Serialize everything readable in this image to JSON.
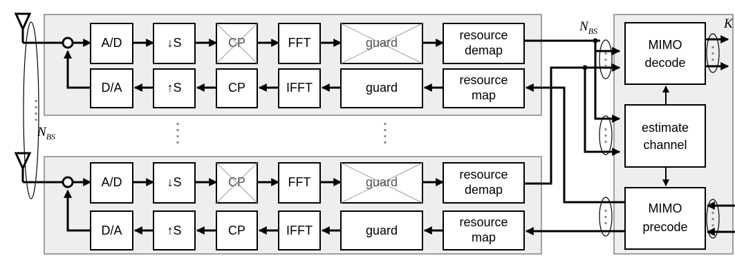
{
  "front_end": {
    "rx": {
      "converter": "A/D",
      "downsample": "↓S",
      "cp": "CP",
      "transform": "FFT",
      "guard": "guard",
      "resource_line1": "resource",
      "resource_line2": "demap"
    },
    "tx": {
      "converter": "D/A",
      "upsample": "↑S",
      "cp": "CP",
      "transform": "IFFT",
      "guard": "guard",
      "resource_line1": "resource",
      "resource_line2": "map"
    }
  },
  "baseband": {
    "mimo_decode_line1": "MIMO",
    "mimo_decode_line2": "decode",
    "estimate_line1": "estimate",
    "estimate_line2": "channel",
    "mimo_precode_line1": "MIMO",
    "mimo_precode_line2": "precode"
  },
  "labels": {
    "n_main": "N",
    "n_sub": "BS",
    "k_label": "K"
  },
  "colors": {
    "panel_fill": "#eeeeee",
    "panel_stroke": "#707070",
    "crossed_block_stroke": "#9a9a9a",
    "ellipsis_dots": "#888888"
  }
}
